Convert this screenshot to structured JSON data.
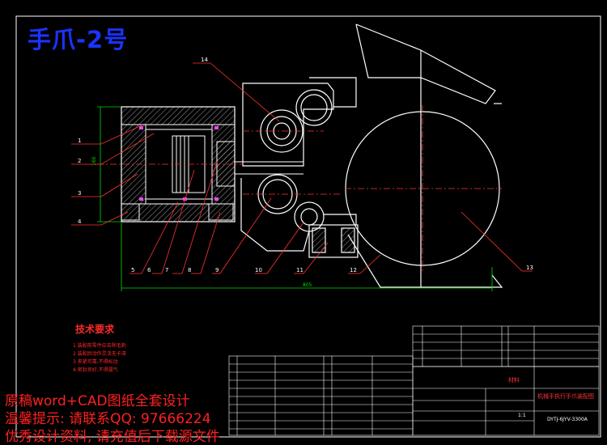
{
  "title": "手爪-2号",
  "part_numbers": [
    "1",
    "2",
    "3",
    "4",
    "5",
    "6",
    "7",
    "8",
    "9",
    "10",
    "11",
    "12",
    "13",
    "14"
  ],
  "dimension_text": {
    "width": "805",
    "height": "160"
  },
  "tech": {
    "heading": "技术要求",
    "items": [
      "1.装配前零件应去除毛刺",
      "2.装配后动作灵活无卡滞",
      "3.夹紧可靠,不得松动",
      "4.密封良好,不得漏气"
    ]
  },
  "title_block": {
    "drawing_name": "机械手执行手爪装配图",
    "drawing_no": "DYTJ-6JYV-3300A",
    "material": "材料",
    "scale": "1:1"
  },
  "ads": [
    "原稿word+CAD图纸全套设计",
    "温馨提示: 请联系QQ: 97666224",
    "优秀设计资料, 请充值后下载源文件"
  ],
  "colors": {
    "title": "#1a33ff",
    "ad": "#ff2020",
    "line": "#ffffff",
    "hatch": "#c0c0c0",
    "leader": "#ff3333",
    "dim": "#00dd00"
  }
}
